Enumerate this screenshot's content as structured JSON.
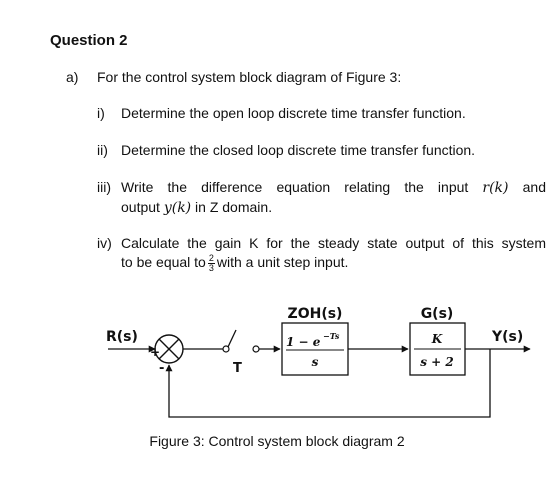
{
  "question": {
    "title": "Question 2",
    "part_a": {
      "label": "a)",
      "text": "For the control system block diagram of Figure 3:"
    },
    "items": [
      {
        "num": "i)",
        "text": "Determine the open loop discrete time transfer function."
      },
      {
        "num": "ii)",
        "text": "Determine the closed loop discrete time transfer function."
      },
      {
        "num": "iii)",
        "line1": "Write the difference equation relating the input",
        "input_sym": "r(k)",
        "line1_end": "and",
        "line2_start": "output",
        "output_sym": "y(k)",
        "line2_end": "in Z domain."
      },
      {
        "num": "iv)",
        "line1": "Calculate the gain K for the steady state output of this system",
        "line2_start": "to be equal to",
        "frac_num": "2",
        "frac_den": "3",
        "line2_end": "with a unit step input."
      }
    ]
  },
  "diagram": {
    "input_label": "R(s)",
    "output_label": "Y(s)",
    "plus_sign": "+",
    "minus_sign": "-",
    "switch_label": "T",
    "zoh": {
      "title": "ZOH(s)",
      "numerator": "1 − e",
      "exponent": "−Ts",
      "denominator": "s"
    },
    "plant": {
      "title": "G(s)",
      "numerator": "K",
      "denominator": "s + 2"
    }
  },
  "figure_caption": "Figure 3: Control system block diagram 2"
}
